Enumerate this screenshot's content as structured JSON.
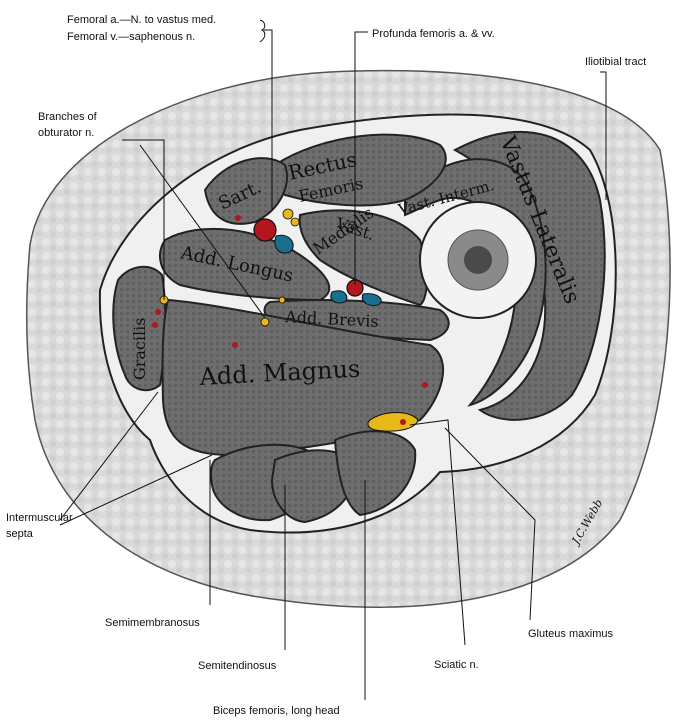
{
  "labels": {
    "femoral_a": "Femoral a.—N. to vastus med.",
    "femoral_v": "Femoral v.—saphenous n.",
    "profunda": "Profunda femoris a. & vv.",
    "iliotibial": "Iliotibial tract",
    "obturator_1": "Branches of",
    "obturator_2": "obturator n.",
    "intermuscular_1": "Intermuscular",
    "intermuscular_2": "septa",
    "semimembranosus": "Semimembranosus",
    "semitendinosus": "Semitendinosus",
    "biceps": "Biceps femoris, long head",
    "sciatic": "Sciatic n.",
    "gluteus": "Gluteus maximus"
  },
  "muscles": {
    "sart": "Sart.",
    "rectus": "Rectus",
    "femoris": "Femoris",
    "vastus_lateralis": "Vastus Lateralis",
    "vast_interm": "Vast. Interm.",
    "vast_medialis_1": "Vast.",
    "vast_medialis_2": "Medialis",
    "add_longus": "Add. Longus",
    "add_brevis": "Add. Brevis",
    "add_magnus": "Add. Magnus",
    "gracilis": "Gracilis"
  },
  "signature": "J.C.Webb",
  "colors": {
    "artery": "#b3161c",
    "vein": "#1a6f8e",
    "nerve": "#e8b81a",
    "muscle": "#6a6a6a",
    "fat": "#dcdcdc",
    "bone_cortex": "#f3f3f3"
  }
}
